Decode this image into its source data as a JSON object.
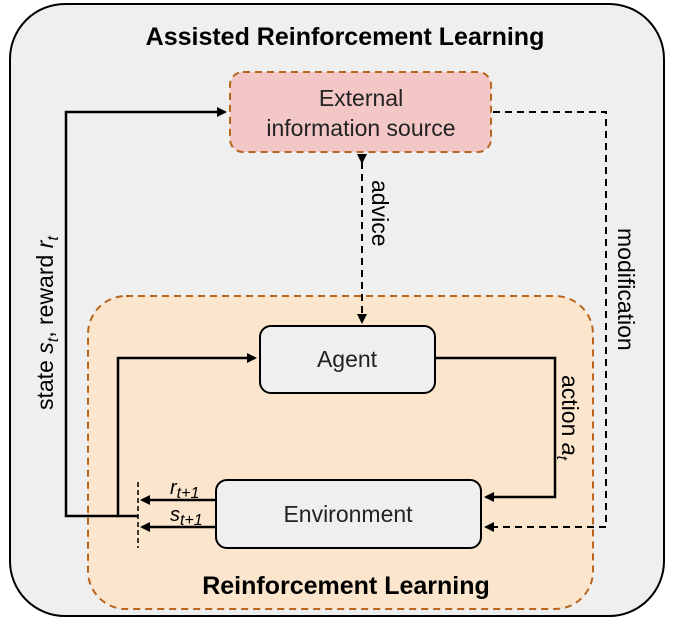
{
  "outer": {
    "title": "Assisted Reinforcement Learning"
  },
  "inner": {
    "title": "Reinforcement Learning"
  },
  "nodes": {
    "external_line1": "External",
    "external_line2": "information source",
    "agent": "Agent",
    "environment": "Environment"
  },
  "edges": {
    "advice": "advice",
    "modification": "modification",
    "state_prefix": "state ",
    "state_var": "s",
    "state_sub": "t",
    "reward_prefix": ", reward ",
    "reward_var": "r",
    "reward_sub": "t",
    "action_prefix": "action ",
    "action_var": "a",
    "action_sub": "t",
    "r_next": "r",
    "r_next_sub": "t+1",
    "s_next": "s",
    "s_next_sub": "t+1"
  },
  "colors": {
    "outer_fill": "#efefef",
    "inner_fill": "#fbe5cd",
    "inner_stroke": "#b8661f",
    "external_fill": "#f4c7c7",
    "external_stroke": "#b8661f",
    "node_fill": "#efefef"
  }
}
